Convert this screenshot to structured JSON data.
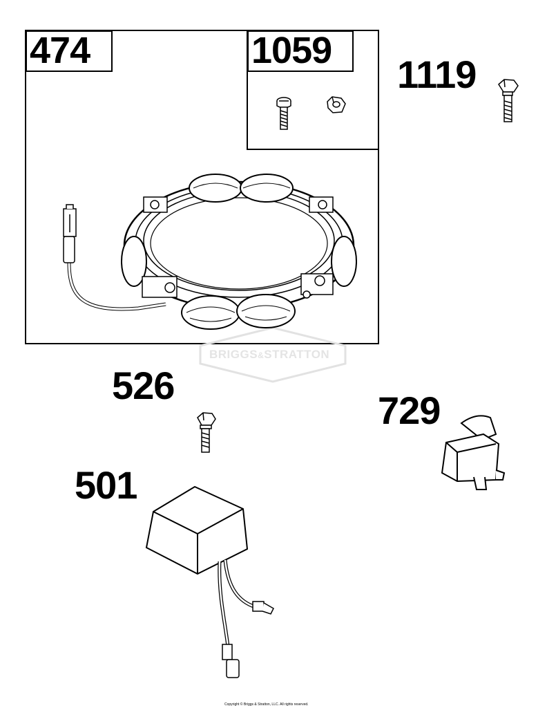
{
  "callouts": {
    "stator_kit": "474",
    "screw_nut_kit": "1059",
    "bolt_top": "1119",
    "screw": "526",
    "rectifier": "501",
    "clip": "729"
  },
  "watermark": {
    "brand_left": "BRIGGS",
    "ampersand": "&",
    "brand_right": "STRATTON"
  },
  "footer": {
    "copyright": "Copyright © Briggs & Stratton, LLC. All rights reserved."
  }
}
